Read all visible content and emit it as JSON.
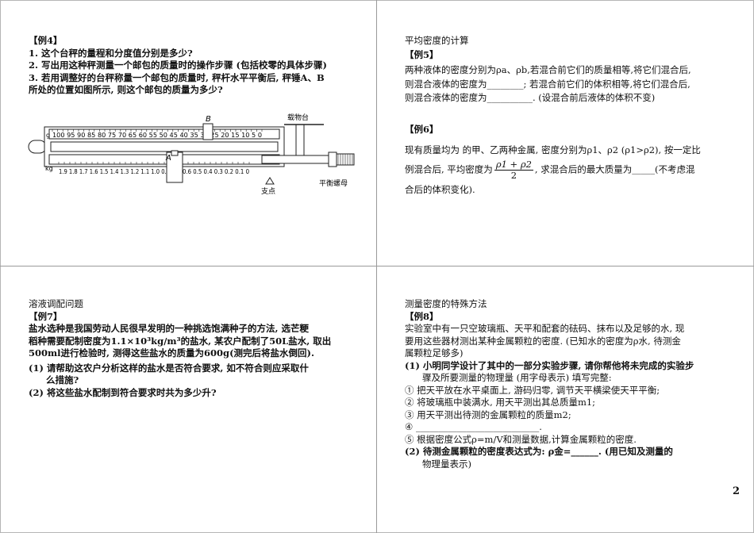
{
  "ex4": {
    "tag": "【例4】",
    "q1": "1. 这个台秤的量程和分度值分别是多少?",
    "q2": "2. 写出用这种秤测量一个邮包的质量时的操作步骤 (包括校零的具体步骤)",
    "q3a": "3. 若用调整好的台秤称量一个邮包的质量时, 秤杆水平平衡后, 秤锤A、B",
    "q3b": "所处的位置如图所示, 则这个邮包的质量为多少?",
    "figure": {
      "upper_unit": "g",
      "upper_scale": "100 95 90 85 80 75 70 65 60 55 50 45 40 35 30 25 20 15 10  5   0",
      "lower_unit": "kg",
      "lower_scale_left": "1.9 1.8 1.7 1.6 1.5 1.4 1.3 1.2 1.1 1.0 0.9",
      "lower_scale_right": "0.6 0.5 0.4 0.3 0.2 0.1 0",
      "weight_a": "A",
      "weight_b": "B",
      "tray_label": "载物台",
      "pivot_label": "支点",
      "nut_label": "平衡螺母"
    }
  },
  "ex5": {
    "heading": "平均密度的计算",
    "tag": "【例5】",
    "l1": "两种液体的密度分别为ρa、ρb,若混合前它们的质量相等,将它们混合后,",
    "l2": "则混合液体的密度为________; 若混合前它们的体积相等,将它们混合后,",
    "l3": "则混合液体的密度为__________. (设混合前后液体的体积不变)"
  },
  "ex6": {
    "tag": "【例6】",
    "l1": "现有质量均为 的甲、乙两种金属, 密度分别为ρ1、ρ2 (ρ1>ρ2), 按一定比",
    "l2a": "例混合后, 平均密度为",
    "frac_num": "ρ1 + ρ2",
    "frac_den": "2",
    "l2b": ", 求混合后的最大质量为_____(不考虑混",
    "l3": "合后的体积变化)."
  },
  "ex7": {
    "heading": "溶液调配问题",
    "tag": "【例7】",
    "l1": "盐水选种是我国劳动人民很早发明的一种挑选饱满种子的方法, 选芒粳",
    "l2": "稻种需要配制密度为1.1×10³kg/m³的盐水, 某农户配制了50L盐水, 取出",
    "l3": "500ml进行检验时, 测得这些盐水的质量为600g(测完后将盐水倒回).",
    "l4": "(1) 请帮助这农户分析这样的盐水是否符合要求, 如不符合则应采取什",
    "l5": "么措施?",
    "l6": "(2) 将这些盐水配制到符合要求时共为多少升?"
  },
  "ex8": {
    "heading": "测量密度的特殊方法",
    "tag": "【例8】",
    "l1": "实验室中有一只空玻璃瓶、天平和配套的砝码、抹布以及足够的水, 现",
    "l2": "要用这些器材测出某种金属颗粒的密度. (已知水的密度为ρ水, 待测金",
    "l3": "属颗粒足够多)",
    "l4": "(1) 小明同学设计了其中的一部分实验步骤, 请你帮他将未完成的实验步",
    "l5": "骤及所要测量的物理量 (用字母表示) 填写完整:",
    "s1": "① 把天平放在水平桌面上, 游码归零, 调节天平横梁使天平平衡;",
    "s2": "② 将玻璃瓶中装满水, 用天平测出其总质量m1;",
    "s3": "③ 用天平测出待测的金属颗粒的质量m2;",
    "s4": "④ ___________________________.",
    "s5": "⑤ 根据密度公式ρ=m/V和测量数据,计算金属颗粒的密度.",
    "l6": "(2) 待测金属颗粒的密度表达式为: ρ金=______. (用已知及测量的",
    "l7": "物理量表示)"
  },
  "page_number": "2"
}
